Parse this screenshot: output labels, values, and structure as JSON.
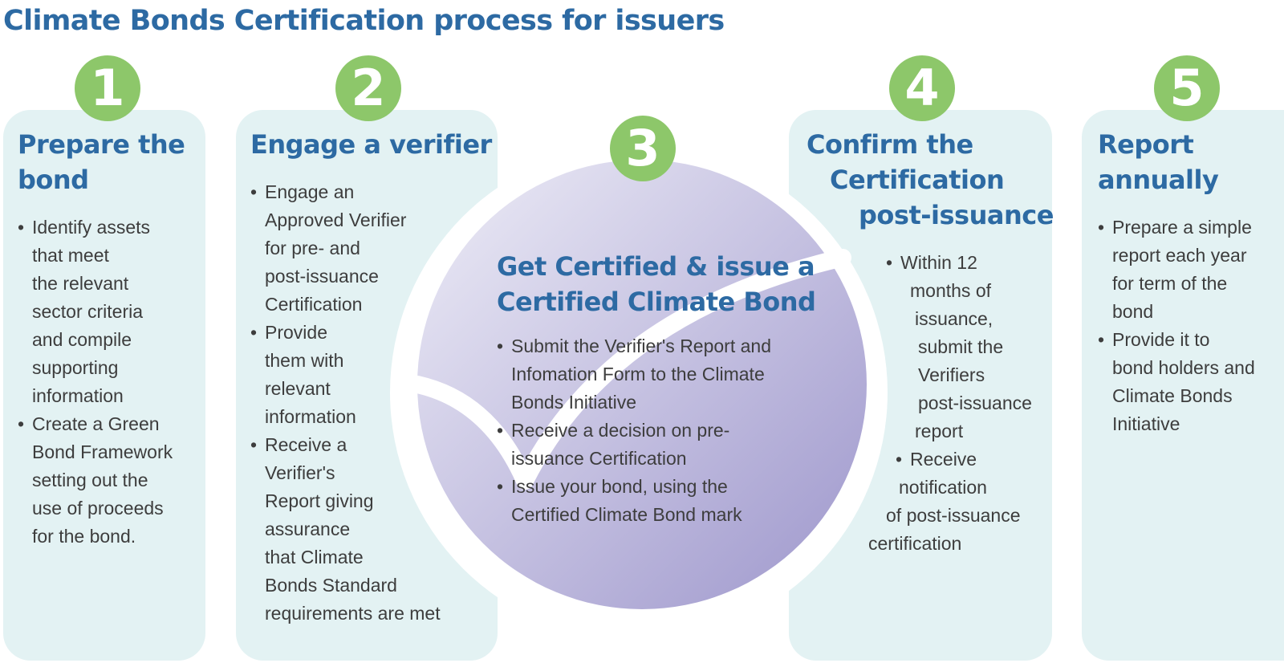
{
  "title": "Climate Bonds Certification process for issuers",
  "colors": {
    "title": "#2D6AA3",
    "panel": "#E3F2F3",
    "badge": "#8DC76A",
    "disc_light": "#EEEDF7",
    "disc_dark": "#A9A3D2",
    "tick": "#FFFFFF"
  },
  "stages": [
    {
      "number": "1",
      "title_lines": [
        "Prepare the",
        "bond"
      ],
      "bullets": [
        [
          "Identify assets",
          "that meet",
          "the relevant",
          "sector criteria",
          "and compile",
          "supporting",
          "information"
        ],
        [
          "Create a Green",
          "Bond Framework",
          "setting out the",
          "use of proceeds",
          "for the bond."
        ]
      ]
    },
    {
      "number": "2",
      "title_lines": [
        "Engage a verifier"
      ],
      "bullets": [
        [
          "Engage an",
          "Approved Verifier",
          "for pre- and",
          "post-issuance",
          "Certification"
        ],
        [
          "Provide",
          "them with",
          "relevant",
          "information"
        ],
        [
          "Receive a",
          "Verifier's",
          "Report giving",
          "assurance",
          "that Climate",
          "Bonds Standard",
          "requirements are met"
        ]
      ]
    },
    {
      "number": "3",
      "title_lines": [
        "Get Certified & issue a",
        "Certified Climate Bond"
      ],
      "bullets": [
        [
          "Submit the Verifier's Report and",
          "Infomation Form to the Climate",
          "Bonds Initiative"
        ],
        [
          "Receive a decision on pre-",
          "issuance Certification"
        ],
        [
          "Issue your bond, using the",
          "Certified Climate Bond mark"
        ]
      ]
    },
    {
      "number": "4",
      "title_lines": [
        "Confirm the",
        "Certification",
        "post-issuance"
      ],
      "bullets": [
        [
          "Within 12",
          "months of",
          "issuance,",
          "submit the",
          "Verifiers",
          "post-issuance",
          "report"
        ],
        [
          "Receive",
          "notification",
          "of post-issuance",
          "certification"
        ]
      ]
    },
    {
      "number": "5",
      "title_lines": [
        "Report",
        "annually"
      ],
      "bullets": [
        [
          "Prepare a simple",
          "report each year",
          "for term of the",
          "bond"
        ],
        [
          "Provide it to",
          "bond holders and",
          "Climate Bonds",
          "Initiative"
        ]
      ]
    }
  ]
}
